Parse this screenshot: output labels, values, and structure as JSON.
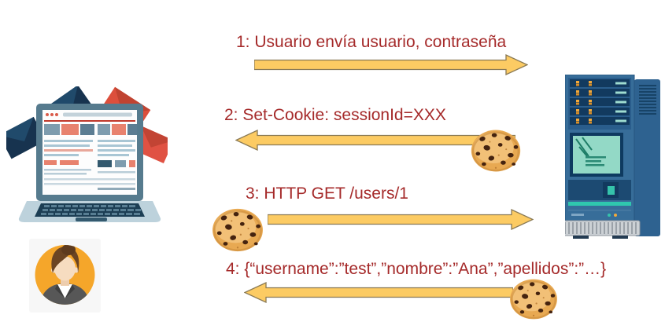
{
  "messages": [
    {
      "label": "1: Usuario envía usuario, contraseña",
      "direction": "right",
      "cookie": false
    },
    {
      "label": "2: Set-Cookie: sessionId=XXX",
      "direction": "left",
      "cookie": true,
      "cookie_position": "right"
    },
    {
      "label": "3: HTTP GET /users/1",
      "direction": "right",
      "cookie": true,
      "cookie_position": "left"
    },
    {
      "label": "4: {“username”:”test”,”nombre”:”Ana”,”apellidos”:”…}",
      "direction": "left",
      "cookie": true,
      "cookie_position": "right"
    }
  ],
  "actors": {
    "client": {
      "icons": [
        "laptop-icon",
        "envelope-icons",
        "user-avatar-icon"
      ]
    },
    "server": {
      "icons": [
        "server-tower-icon"
      ]
    }
  },
  "icons": {
    "cookie": "cookie-icon",
    "arrow_right": "arrow-right-icon",
    "arrow_left": "arrow-left-icon"
  },
  "colors": {
    "message_text": "#A52A2A",
    "arrow_fill": "#FCCB63",
    "arrow_outline": "#8A7A55",
    "avatar_background": "#F5A62A",
    "envelope_blue": "#17334F",
    "envelope_red": "#DC4F3C",
    "server_body_blue": "#376D99",
    "server_screen_teal": "#93D9C6",
    "cookie_base": "#E8A952",
    "cookie_chip": "#45230F"
  }
}
